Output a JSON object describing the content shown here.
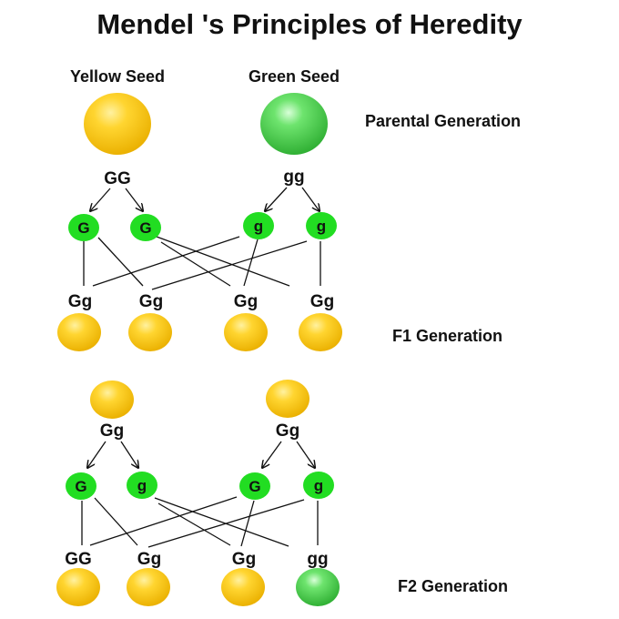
{
  "title": "Mendel 's Principles of Heredity",
  "colors": {
    "yellow_seed": "#f5c518",
    "green_seed": "#3fc744",
    "allele_fill": "#22dd22",
    "line": "#111111"
  },
  "parental": {
    "generation_label": "Parental Generation",
    "yellow": {
      "label": "Yellow Seed",
      "genotype": "GG",
      "alleles": [
        "G",
        "G"
      ]
    },
    "green": {
      "label": "Green Seed",
      "genotype": "gg",
      "alleles": [
        "g",
        "g"
      ]
    }
  },
  "f1": {
    "generation_label": "F1 Generation",
    "offspring": [
      {
        "genotype": "Gg",
        "phenotype": "yellow"
      },
      {
        "genotype": "Gg",
        "phenotype": "yellow"
      },
      {
        "genotype": "Gg",
        "phenotype": "yellow"
      },
      {
        "genotype": "Gg",
        "phenotype": "yellow"
      }
    ]
  },
  "f2_parents": [
    {
      "genotype": "Gg",
      "alleles": [
        "G",
        "g"
      ]
    },
    {
      "genotype": "Gg",
      "alleles": [
        "G",
        "g"
      ]
    }
  ],
  "f2": {
    "generation_label": "F2 Generation",
    "offspring": [
      {
        "genotype": "GG",
        "phenotype": "yellow"
      },
      {
        "genotype": "Gg",
        "phenotype": "yellow"
      },
      {
        "genotype": "Gg",
        "phenotype": "yellow"
      },
      {
        "genotype": "gg",
        "phenotype": "green"
      }
    ]
  }
}
